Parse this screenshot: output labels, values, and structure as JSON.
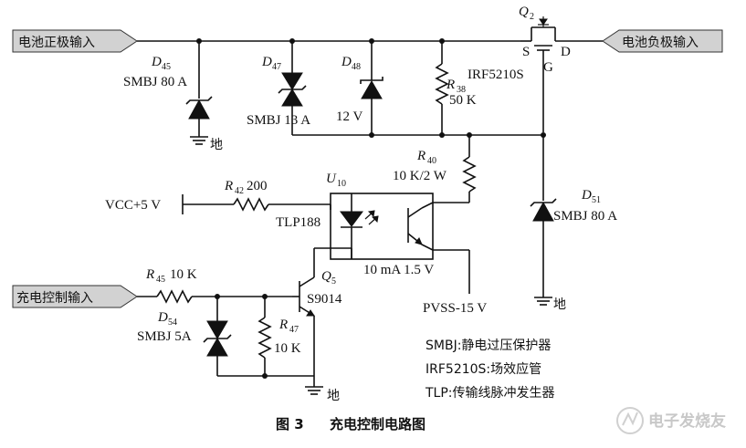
{
  "ports": {
    "battery_positive": "电池正极输入",
    "battery_negative": "电池负极输入",
    "charge_control": "充电控制输入"
  },
  "components": {
    "d45": {
      "ref": "D",
      "sub": "45",
      "part": "SMBJ 80 A"
    },
    "d47": {
      "ref": "D",
      "sub": "47",
      "part": "SMBJ 13 A"
    },
    "d48": {
      "ref": "D",
      "sub": "48",
      "part": "12 V"
    },
    "r38": {
      "ref": "R",
      "sub": "38",
      "value": "50 K"
    },
    "q2": {
      "ref": "Q",
      "sub": "2",
      "part": "IRF5210S",
      "pin_s": "S",
      "pin_d": "D",
      "pin_g": "G"
    },
    "r40": {
      "ref": "R",
      "sub": "40",
      "value": "10 K/2 W"
    },
    "d51": {
      "ref": "D",
      "sub": "51",
      "part": "SMBJ 80 A"
    },
    "r42": {
      "ref": "R",
      "sub": "42",
      "value": "200"
    },
    "u10": {
      "ref": "U",
      "sub": "10",
      "part": "TLP188",
      "rating": "10 mA 1.5 V"
    },
    "r45": {
      "ref": "R",
      "sub": "45",
      "value": "10 K"
    },
    "q5": {
      "ref": "Q",
      "sub": "5",
      "part": "S9014"
    },
    "d54": {
      "ref": "D",
      "sub": "54",
      "part": "SMBJ 5A"
    },
    "r47": {
      "ref": "R",
      "sub": "47",
      "value": "10 K"
    }
  },
  "nets": {
    "vcc": "VCC+5 V",
    "pvss": "PVSS-15 V",
    "ground": "地"
  },
  "legend": [
    "SMBJ:静电过压保护器",
    "IRF5210S:场效应管",
    "TLP:传输线脉冲发生器"
  ],
  "caption": {
    "figure": "图 3",
    "title": "充电控制电路图"
  },
  "watermark": "电子发烧友",
  "colors": {
    "wire": "#111111",
    "port_fill": "#d2d2d2",
    "watermark": "#c8c8c8"
  }
}
